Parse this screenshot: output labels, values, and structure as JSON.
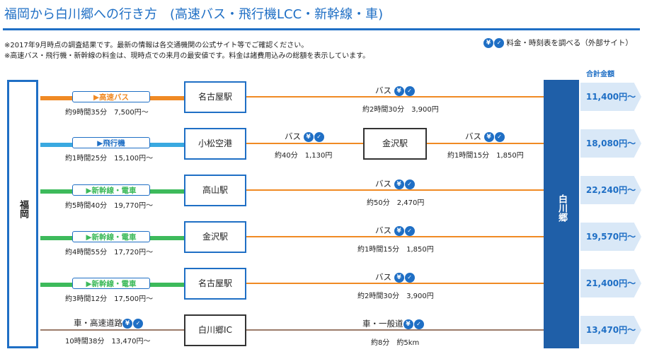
{
  "header": {
    "title": "福岡から白川郷への行き方　(高速バス・飛行機LCC・新幹線・車)",
    "note1": "※2017年9月時点の調査結果です。最新の情報は各交通機関の公式サイト等でご確認ください。",
    "note2": "※高速バス・飛行機・新幹線の料金は、現時点での来月の最安値です。料金は諸費用込みの総額を表示しています。",
    "link_label": "料金・時刻表を調べる（外部サイト）",
    "yen_glyph": "¥",
    "check_glyph": "✓"
  },
  "origin": "福岡",
  "destination": "白川郷",
  "total_label": "合計金額",
  "colors": {
    "accent": "#1f6fc5",
    "bus": "#f08a24",
    "plane": "#39a9e0",
    "shinkansen": "#3dba5b",
    "car": "#9b7b6a",
    "dest_bg": "#1f5fa8",
    "price_bg": "#d9e8f7"
  },
  "routes": [
    {
      "mode": "▶高速バス",
      "mode_detail": "約9時間35分　7,500円〜",
      "station": "名古屋駅",
      "seg_label": "バス",
      "seg_detail": "約2時間30分　3,900円",
      "total": "11,400円〜"
    },
    {
      "mode": "▶飛行機",
      "mode_detail": "約1時間25分　15,100円〜",
      "station": "小松空港",
      "seg1_label": "バス",
      "seg1_detail": "約40分　1,130円",
      "mid_station": "金沢駅",
      "seg2_label": "バス",
      "seg2_detail": "約1時間15分　1,850円",
      "total": "18,080円〜"
    },
    {
      "mode": "▶新幹線・電車",
      "mode_detail": "約5時間40分　19,770円〜",
      "station": "高山駅",
      "seg_label": "バス",
      "seg_detail": "約50分　2,470円",
      "total": "22,240円〜"
    },
    {
      "mode": "▶新幹線・電車",
      "mode_detail": "約4時間55分　17,720円〜",
      "station": "金沢駅",
      "seg_label": "バス",
      "seg_detail": "約1時間15分　1,850円",
      "total": "19,570円〜"
    },
    {
      "mode": "▶新幹線・電車",
      "mode_detail": "約3時間12分　17,500円〜",
      "station": "名古屋駅",
      "seg_label": "バス",
      "seg_detail": "約2時間30分　3,900円",
      "total": "21,400円〜"
    },
    {
      "mode": "車・高速道路",
      "mode_detail": "10時間38分　13,470円〜",
      "station": "白川郷IC",
      "seg_label": "車・一般道",
      "seg_detail": "約8分　約5km",
      "total": "13,470円〜"
    }
  ]
}
